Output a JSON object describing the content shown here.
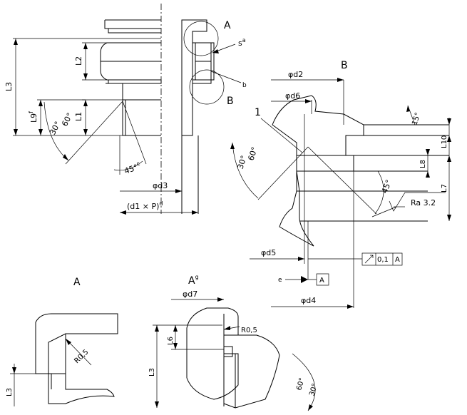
{
  "view_labels": {
    "a": "A",
    "b": "B",
    "detail_a": "A",
    "detail_a_g": "A",
    "detail_a_g_sup": "g",
    "detail_b": "B"
  },
  "callouts": {
    "s": "s",
    "s_sup": "a",
    "b": "b",
    "one": "1",
    "e": "e"
  },
  "main_view": {
    "L3": "L3",
    "L2": "L2",
    "L1": "L1",
    "L9": "L9",
    "L9_sup": "f",
    "angle_30": "30°",
    "angle_60": "60°",
    "angle_45": "45°",
    "angle_45_sup": "c",
    "d3": "φd3",
    "d1P": "(d1 × P)",
    "d1P_sup": "d"
  },
  "detail_b": {
    "d2": "φd2",
    "d6": "φd6",
    "d5": "φd5",
    "d4": "φd4",
    "angle_15": "15°",
    "angle_30": "30°",
    "angle_60": "60°",
    "angle_45": "45°",
    "L10": "L10",
    "L8": "L8",
    "L7": "L7",
    "roughness": "Ra 3.2",
    "tol_value": "0,1",
    "tol_datum": "A",
    "datum": "A"
  },
  "detail_a_left": {
    "radius": "R0,5",
    "L3": "L3"
  },
  "detail_a_right": {
    "d7": "φd7",
    "L6": "L6",
    "L3": "L3",
    "radius": "R0,5",
    "angle_60": "60°",
    "angle_30": "30°"
  }
}
